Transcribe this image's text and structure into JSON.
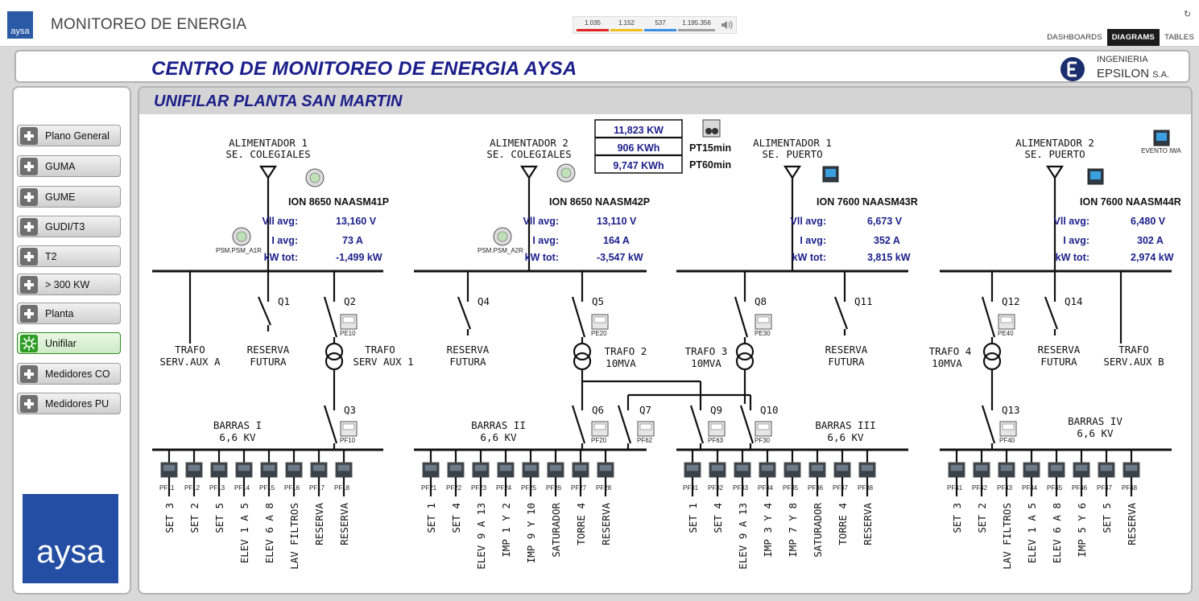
{
  "app": {
    "title": "MONITOREO DE ENERGIA",
    "logo_text": "aysa"
  },
  "alarm_bar": [
    {
      "value": "1.035",
      "color": "#e02424"
    },
    {
      "value": "1.152",
      "color": "#f0c020"
    },
    {
      "value": "537",
      "color": "#3a8fe0"
    },
    {
      "value": "1.195.356",
      "color": "#a0a0a0"
    }
  ],
  "nav": {
    "tabs": [
      "DASHBOARDS",
      "DIAGRAMS",
      "TABLES"
    ],
    "active": "DIAGRAMS"
  },
  "header": {
    "title": "CENTRO DE MONITOREO DE ENERGIA AYSA",
    "brand_line1": "INGENIERIA",
    "brand_line2": "EPSILON",
    "brand_suffix": "S.A."
  },
  "sidebar": {
    "items": [
      {
        "label": "Plano General"
      },
      {
        "label": "GUMA"
      },
      {
        "label": "GUME"
      },
      {
        "label": "GUDI/T3"
      },
      {
        "label": "T2"
      },
      {
        "label": "> 300 KW"
      },
      {
        "label": "Planta"
      },
      {
        "label": "Unifilar",
        "active": true
      },
      {
        "label": "Medidores CO"
      },
      {
        "label": "Medidores PU"
      }
    ],
    "logo_text": "aysa"
  },
  "diagram": {
    "title": "UNIFILAR PLANTA SAN MARTIN",
    "totals": {
      "power": "11,823 KW",
      "pt15": "906 KWh",
      "pt60": "9,747 KWh",
      "pt15_label": "PT15min",
      "pt60_label": "PT60min"
    },
    "event_label": "EVENTO IWA",
    "feeders": [
      {
        "name1": "ALIMENTADOR 1",
        "name2": "SE. COLEGIALES",
        "meter": "ION 8650 NAASM41P",
        "vll": "13,160 V",
        "iavg": "73 A",
        "kw": "-1,499 kW",
        "psm": "PSM.PSM_A1R"
      },
      {
        "name1": "ALIMENTADOR 2",
        "name2": "SE. COLEGIALES",
        "meter": "ION 8650 NAASM42P",
        "vll": "13,110 V",
        "iavg": "164 A",
        "kw": "-3,547 kW",
        "psm": "PSM.PSM_A2R"
      },
      {
        "name1": "ALIMENTADOR 1",
        "name2": "SE. PUERTO",
        "meter": "ION 7600 NAASM43R",
        "vll": "6,673 V",
        "iavg": "352 A",
        "kw": "3,815 kW"
      },
      {
        "name1": "ALIMENTADOR 2",
        "name2": "SE. PUERTO",
        "meter": "ION 7600 NAASM44R",
        "vll": "6,480 V",
        "iavg": "302 A",
        "kw": "2,974 kW"
      }
    ],
    "meas_labels": {
      "vll": "Vll avg:",
      "iavg": "I avg:",
      "kw": "kW tot:"
    },
    "breakers": [
      "Q1",
      "Q2",
      "Q3",
      "Q4",
      "Q5",
      "Q6",
      "Q7",
      "Q8",
      "Q9",
      "Q10",
      "Q11",
      "Q12",
      "Q13",
      "Q14"
    ],
    "pe_meters": [
      "PE10",
      "PE20",
      "PE30",
      "PE40"
    ],
    "pf_breakers": [
      "PF10",
      "PF20",
      "PF62",
      "PF63",
      "PF30",
      "PF40"
    ],
    "trafos": [
      {
        "l1": "TRAFO",
        "l2": "SERV.AUX A"
      },
      {
        "l1": "RESERVA",
        "l2": "FUTURA"
      },
      {
        "l1": "TRAFO",
        "l2": "SERV AUX 1"
      },
      {
        "l1": "RESERVA",
        "l2": "FUTURA"
      },
      {
        "l1": "TRAFO 2",
        "l2": "10MVA"
      },
      {
        "l1": "TRAFO 3",
        "l2": "10MVA"
      },
      {
        "l1": "RESERVA",
        "l2": "FUTURA"
      },
      {
        "l1": "TRAFO 4",
        "l2": "10MVA"
      },
      {
        "l1": "RESERVA",
        "l2": "FUTURA"
      },
      {
        "l1": "TRAFO",
        "l2": "SERV.AUX B"
      }
    ],
    "bars": [
      {
        "name": "BARRAS I",
        "kv": "6,6 KV"
      },
      {
        "name": "BARRAS II",
        "kv": "6,6 KV"
      },
      {
        "name": "BARRAS III",
        "kv": "6,6 KV"
      },
      {
        "name": "BARRAS IV",
        "kv": "6,6 KV"
      }
    ],
    "loads": [
      [
        {
          "pf": "PF11",
          "name": "SET 3"
        },
        {
          "pf": "PF12",
          "name": "SET 2"
        },
        {
          "pf": "PF13",
          "name": "SET 5"
        },
        {
          "pf": "PF14",
          "name": "ELEV 1 A 5"
        },
        {
          "pf": "PF15",
          "name": "ELEV 6 A 8"
        },
        {
          "pf": "PF16",
          "name": "LAV FILTROS"
        },
        {
          "pf": "PF17",
          "name": "RESERVA"
        },
        {
          "pf": "PF18",
          "name": "RESERVA"
        }
      ],
      [
        {
          "pf": "PF21",
          "name": "SET 1"
        },
        {
          "pf": "PF22",
          "name": "SET 4"
        },
        {
          "pf": "PF23",
          "name": "ELEV 9 A 13"
        },
        {
          "pf": "PF24",
          "name": "IMP 1 Y 2"
        },
        {
          "pf": "PF25",
          "name": "IMP 9 Y 10"
        },
        {
          "pf": "PF26",
          "name": "SATURADOR"
        },
        {
          "pf": "PF27",
          "name": "TORRE 4"
        },
        {
          "pf": "PF28",
          "name": "RESERVA"
        }
      ],
      [
        {
          "pf": "PF31",
          "name": "SET 1"
        },
        {
          "pf": "PF32",
          "name": "SET 4"
        },
        {
          "pf": "PF33",
          "name": "ELEV 9 A 13"
        },
        {
          "pf": "PF34",
          "name": "IMP 3 Y 4"
        },
        {
          "pf": "PF35",
          "name": "IMP 7 Y 8"
        },
        {
          "pf": "PF36",
          "name": "SATURADOR"
        },
        {
          "pf": "PF37",
          "name": "TORRE 4"
        },
        {
          "pf": "PF38",
          "name": "RESERVA"
        }
      ],
      [
        {
          "pf": "PF41",
          "name": "SET 3"
        },
        {
          "pf": "PF42",
          "name": "SET 2"
        },
        {
          "pf": "PF43",
          "name": "LAV FILTROS"
        },
        {
          "pf": "PF44",
          "name": "ELEV 1 A 5"
        },
        {
          "pf": "PF45",
          "name": "ELEV 6 A 8"
        },
        {
          "pf": "PF46",
          "name": "IMP 5 Y 6"
        },
        {
          "pf": "PF47",
          "name": "SET 5"
        },
        {
          "pf": "PF48",
          "name": "RESERVA"
        }
      ]
    ]
  }
}
